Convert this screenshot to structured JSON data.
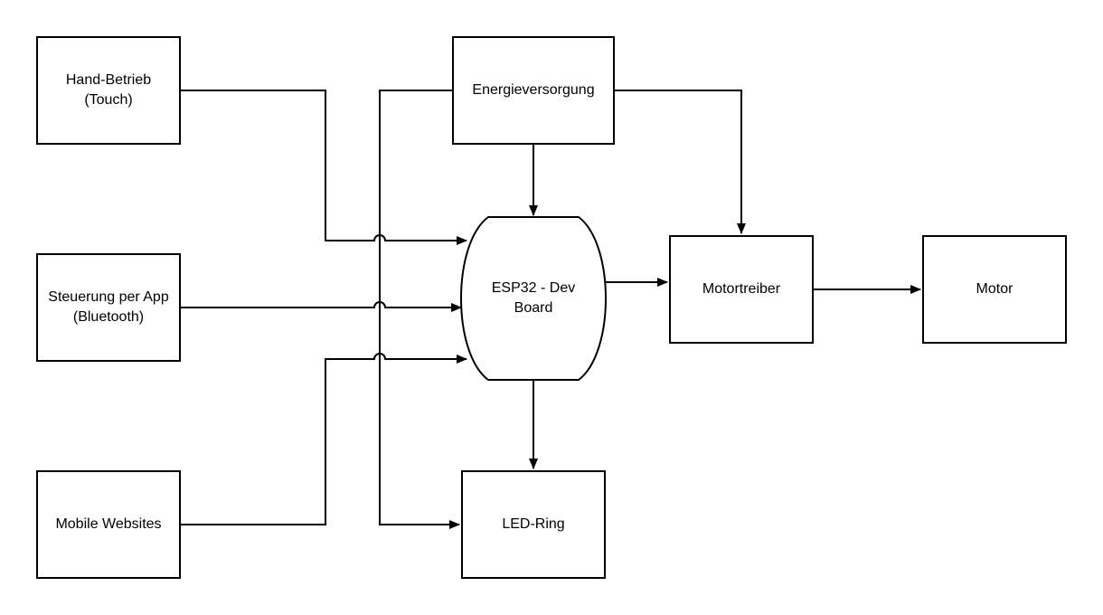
{
  "diagram": {
    "nodes": {
      "hand": {
        "label": "Hand-Betrieb\n(Touch)"
      },
      "app": {
        "label": "Steuerung per App\n(Bluetooth)"
      },
      "web": {
        "label": "Mobile Websites"
      },
      "power": {
        "label": "Energieversorgung"
      },
      "esp": {
        "label": "ESP32 - Dev\nBoard"
      },
      "led": {
        "label": "LED-Ring"
      },
      "driver": {
        "label": "Motortreiber"
      },
      "motor": {
        "label": "Motor"
      }
    },
    "edges": [
      {
        "from": "Hand-Betrieb (Touch)",
        "to": "ESP32 - Dev Board"
      },
      {
        "from": "Steuerung per App (Bluetooth)",
        "to": "ESP32 - Dev Board"
      },
      {
        "from": "Mobile Websites",
        "to": "ESP32 - Dev Board"
      },
      {
        "from": "Energieversorgung",
        "to": "ESP32 - Dev Board"
      },
      {
        "from": "Energieversorgung",
        "to": "Motortreiber"
      },
      {
        "from": "Energieversorgung",
        "to": "LED-Ring"
      },
      {
        "from": "ESP32 - Dev Board",
        "to": "LED-Ring"
      },
      {
        "from": "ESP32 - Dev Board",
        "to": "Motortreiber"
      },
      {
        "from": "Motortreiber",
        "to": "Motor"
      }
    ]
  }
}
